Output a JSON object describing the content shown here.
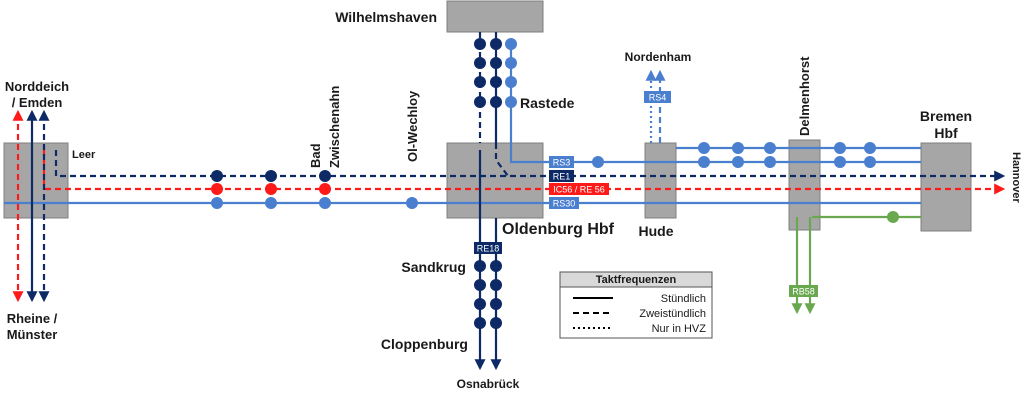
{
  "stations": {
    "wilhelmshaven": "Wilhelmshaven",
    "norddeich": "Norddeich",
    "emden": "/ Emden",
    "leer": "Leer",
    "bad": "Bad",
    "zwischenahn": "Zwischenahn",
    "wechloy": "Ol-Wechloy",
    "rastede": "Rastede",
    "nordenham": "Nordenham",
    "delmenhorst": "Delmenhorst",
    "bremen": "Bremen",
    "hbf": "Hbf",
    "oldenburg": "Oldenburg Hbf",
    "hude": "Hude",
    "sandkrug": "Sandkrug",
    "cloppenburg": "Cloppenburg",
    "osnabrueck": "Osnabrück",
    "rheine": "Rheine /",
    "muenster": "Münster",
    "hannover": "Hannover"
  },
  "lines": {
    "rs3": "RS3",
    "re1": "RE1",
    "ic56": "IC56 / RE 56",
    "rs30": "RS30",
    "rs4": "RS4",
    "re18": "RE18",
    "rb58": "RB58"
  },
  "legend": {
    "title": "Taktfrequenzen",
    "hourly": "Stündlich",
    "two_hourly": "Zweistündlich",
    "peak": "Nur in HVZ"
  },
  "colors": {
    "dark_blue": "#0d2a66",
    "light_blue": "#4a7fd0",
    "red": "#ff1a1a",
    "green": "#6aa84f",
    "station_box": "#a6a6a6"
  }
}
